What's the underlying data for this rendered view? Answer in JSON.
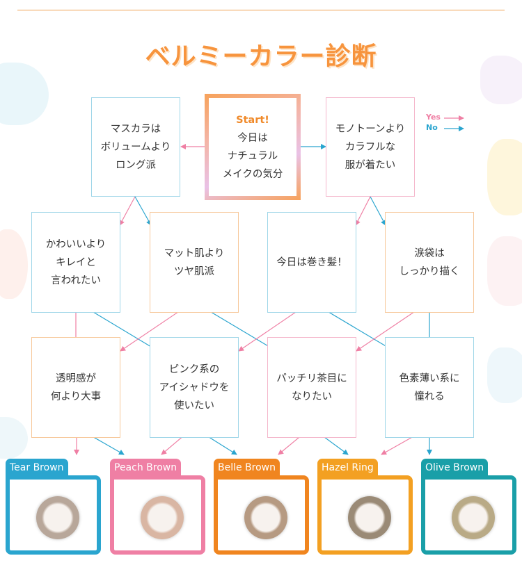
{
  "title": "ベルミーカラー診断",
  "legend": {
    "yes": "Yes",
    "no": "No",
    "yes_color": "#ef7fa4",
    "no_color": "#2aa5cf"
  },
  "start": {
    "label": "Start!",
    "lines": [
      "今日は",
      "ナチュラル",
      "メイクの気分"
    ]
  },
  "questions": {
    "mascara": [
      "マスカラは",
      "ボリュームより",
      "ロング派"
    ],
    "monotone": [
      "モノトーンより",
      "カラフルな",
      "服が着たい"
    ],
    "kawaii": [
      "かわいいより",
      "キレイと",
      "言われたい"
    ],
    "matte": [
      "マット肌より",
      "ツヤ肌派"
    ],
    "curl": [
      "今日は巻き髪！"
    ],
    "namida": [
      "涙袋は",
      "しっかり描く"
    ],
    "toumei": [
      "透明感が",
      "何より大事"
    ],
    "pink": [
      "ピンク系の",
      "アイシャドウを",
      "使いたい"
    ],
    "pacchiri": [
      "パッチリ茶目に",
      "なりたい"
    ],
    "shikiso": [
      "色素薄い系に",
      "憧れる"
    ]
  },
  "results": [
    {
      "name": "Tear Brown",
      "color": "#2aa5cf",
      "lens": "#b8a79a"
    },
    {
      "name": "Peach Brown",
      "color": "#ef7fa4",
      "lens": "#d9b6a3"
    },
    {
      "name": "Belle Brown",
      "color": "#f0851f",
      "lens": "#b69a82"
    },
    {
      "name": "Hazel Ring",
      "color": "#f3a022",
      "lens": "#9a8a76"
    },
    {
      "name": "Olive Brown",
      "color": "#1a9fa8",
      "lens": "#b9aa86"
    }
  ]
}
